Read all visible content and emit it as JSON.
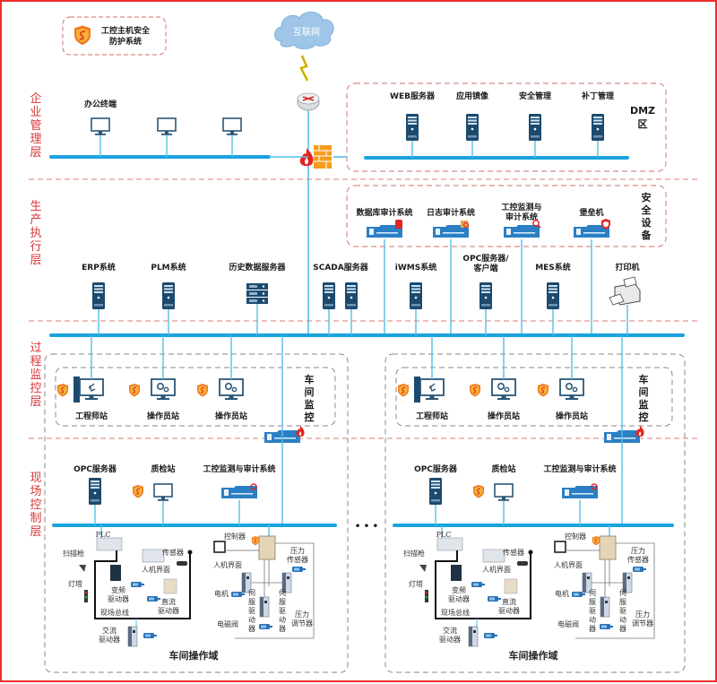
{
  "title": "工控网络安全防护架构",
  "legend": {
    "label_line1": "工控主机安全",
    "label_line2": "防护系统",
    "icon": "shield-icon"
  },
  "internet": {
    "label": "互联网"
  },
  "colors": {
    "bus": "#19a3dd",
    "link": "#56bfe6",
    "layer_text": "#d9373a",
    "layer_divider": "#e0787a",
    "zone_border": "#d98b8b",
    "domain_border": "#888888",
    "server_dark": "#1c4a6e",
    "shield": "#f07a1f",
    "firewall": "#e8231d",
    "outer_border": "#ee2c2c"
  },
  "layers": [
    {
      "id": "enterprise",
      "chars": [
        "企",
        "业",
        "管",
        "理",
        "层"
      ]
    },
    {
      "id": "production",
      "chars": [
        "生",
        "产",
        "执",
        "行",
        "层"
      ]
    },
    {
      "id": "process",
      "chars": [
        "过",
        "程",
        "监",
        "控",
        "层"
      ]
    },
    {
      "id": "field",
      "chars": [
        "现",
        "场",
        "控",
        "制",
        "层"
      ]
    }
  ],
  "enterprise": {
    "office_label": "办公终端",
    "dmz": {
      "zone_label_line1": "DMZ",
      "zone_label_line2": "区",
      "servers": [
        "WEB服务器",
        "应用镜像",
        "安全管理",
        "补丁管理"
      ]
    }
  },
  "security_devices": {
    "zone_label": [
      "安",
      "全",
      "设",
      "备"
    ],
    "devices": [
      {
        "label": [
          "数据库审计系统"
        ],
        "badge": "database-badge-icon"
      },
      {
        "label": [
          "日志审计系统"
        ],
        "badge": "log-badge-icon"
      },
      {
        "label": [
          "工控监测与",
          "审计系统"
        ],
        "badge": "magnifier-badge-icon"
      },
      {
        "label": [
          "堡垒机"
        ],
        "badge": "shield-badge-icon"
      }
    ]
  },
  "production": {
    "systems": [
      {
        "label": [
          "ERP系统"
        ],
        "icon": "server-icon"
      },
      {
        "label": [
          "PLM系统"
        ],
        "icon": "server-icon"
      },
      {
        "label": [
          "历史数据服务器"
        ],
        "icon": "rack-server-icon"
      },
      {
        "label": [
          "SCADA服务器"
        ],
        "icon": "server-pair-icon"
      },
      {
        "label": [
          "iWMS系统"
        ],
        "icon": "server-icon"
      },
      {
        "label": [
          "OPC服务器/",
          "客户端"
        ],
        "icon": "server-icon"
      },
      {
        "label": [
          "MES系统"
        ],
        "icon": "server-icon"
      },
      {
        "label": [
          "打印机"
        ],
        "icon": "printer-icon"
      }
    ]
  },
  "workshops": [
    {
      "monitor_zone_label": [
        "车",
        "间",
        "监",
        "控"
      ],
      "stations": [
        "工程师站",
        "操作员站",
        "操作员站"
      ],
      "field": {
        "items": [
          "OPC服务器",
          "质检站",
          "工控监测与审计系统"
        ],
        "plc_cell": {
          "plc": "PLC",
          "scanner": "扫描枪",
          "hmi": "人机界面",
          "sensor": "传感器",
          "light_tower": "灯塔",
          "vfd": [
            "变频",
            "驱动器"
          ],
          "dc_drive": [
            "直流",
            "驱动器"
          ],
          "fieldbus": "现场总线",
          "ac_drive": [
            "交流",
            "驱动器"
          ]
        },
        "controller_cell": {
          "controller": "控制器",
          "hmi": "人机界面",
          "pressure_sensor": [
            "压力",
            "传感器"
          ],
          "motor": "电机",
          "servo1": [
            "伺",
            "服",
            "驱",
            "动",
            "器"
          ],
          "servo2": [
            "伺",
            "服",
            "驱",
            "动",
            "器"
          ],
          "regulator": [
            "压力",
            "调节器"
          ],
          "valve": "电磁阀"
        }
      },
      "domain_label": "车间操作域"
    },
    {
      "monitor_zone_label": [
        "车",
        "间",
        "监",
        "控"
      ],
      "stations": [
        "工程师站",
        "操作员站",
        "操作员站"
      ],
      "field": {
        "items": [
          "OPC服务器",
          "质检站",
          "工控监测与审计系统"
        ],
        "plc_cell": {
          "plc": "PLC",
          "scanner": "扫描枪",
          "hmi": "人机界面",
          "sensor": "传感器",
          "light_tower": "灯塔",
          "vfd": [
            "变频",
            "驱动器"
          ],
          "dc_drive": [
            "直流",
            "驱动器"
          ],
          "fieldbus": "现场总线",
          "ac_drive": [
            "交流",
            "驱动器"
          ]
        },
        "controller_cell": {
          "controller": "控制器",
          "hmi": "人机界面",
          "pressure_sensor": [
            "压力",
            "传感器"
          ],
          "motor": "电机",
          "servo1": [
            "伺",
            "服",
            "驱",
            "动",
            "器"
          ],
          "servo2": [
            "伺",
            "服",
            "驱",
            "动",
            "器"
          ],
          "regulator": [
            "压力",
            "调节器"
          ],
          "valve": "电磁阀"
        }
      },
      "domain_label": "车间操作域"
    }
  ],
  "ellipsis": "• • •"
}
